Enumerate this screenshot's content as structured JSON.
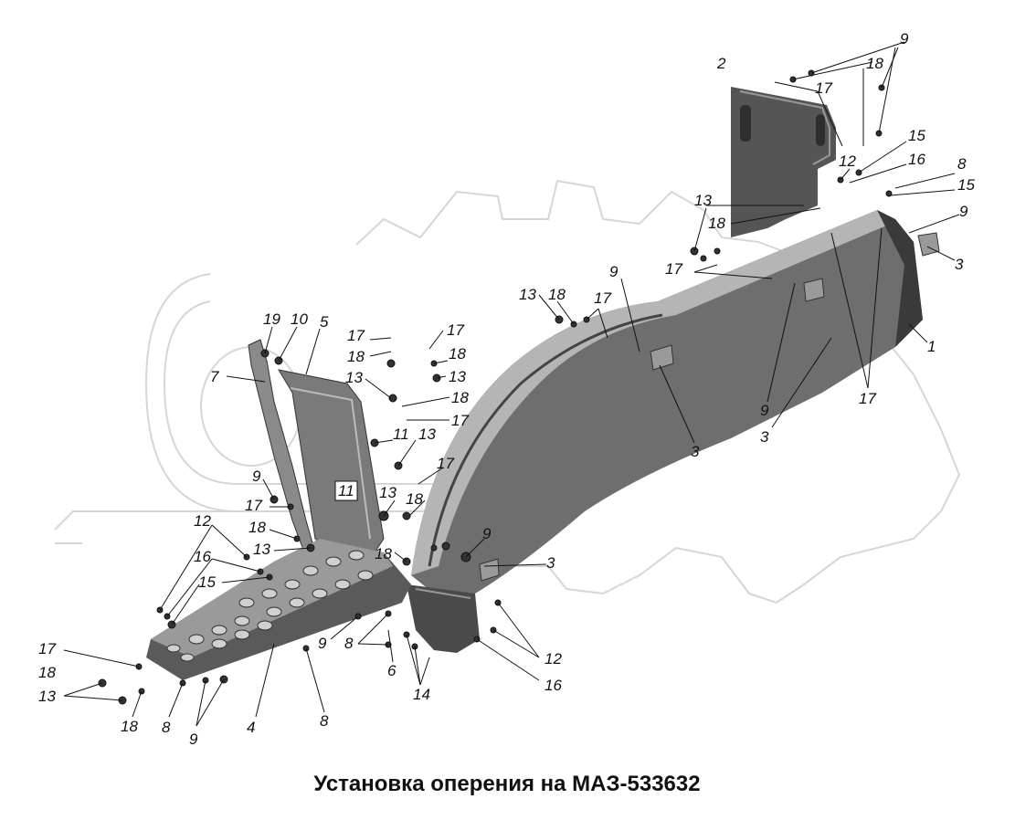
{
  "title": "Установка оперения на МАЗ-533632",
  "callouts": [
    "1",
    "2",
    "3",
    "4",
    "5",
    "6",
    "7",
    "8",
    "9",
    "10",
    "11",
    "12",
    "13",
    "14",
    "15",
    "16",
    "17",
    "18",
    "19"
  ],
  "colors": {
    "part_dark": "#4a4a4a",
    "part_mid": "#6e6e6e",
    "part_light": "#b5b5b5",
    "watermark": "#dcdcdc"
  }
}
